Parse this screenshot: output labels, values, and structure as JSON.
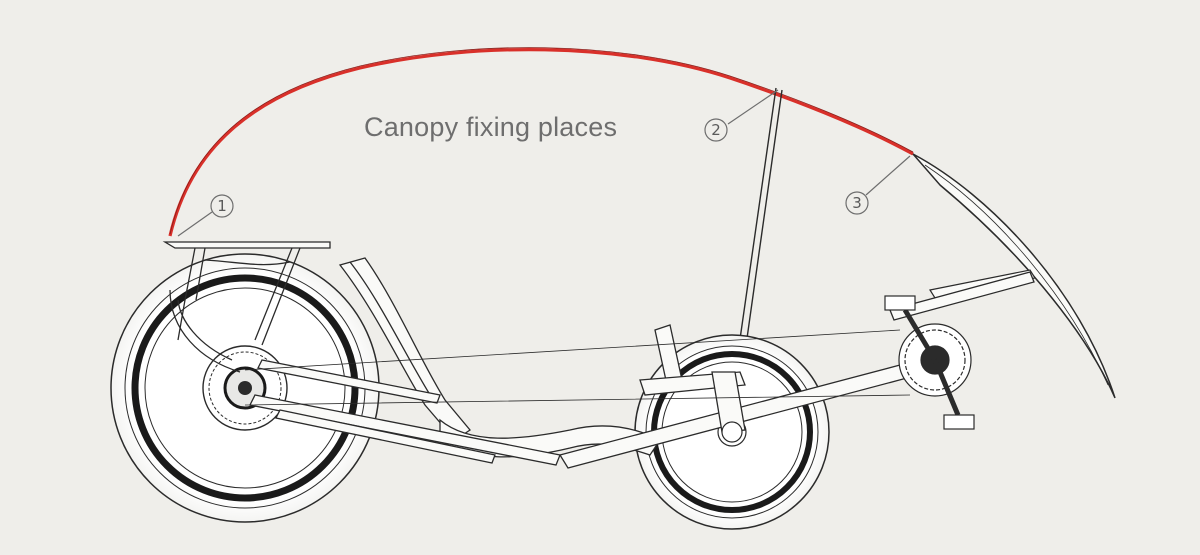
{
  "diagram": {
    "title": "Canopy fixing places",
    "callouts": [
      {
        "label": "1"
      },
      {
        "label": "2"
      },
      {
        "label": "3"
      }
    ],
    "colors": {
      "background": "#efeeea",
      "canopy_highlight": "#d9302a",
      "line": "#2b2b2b",
      "callout": "#6e6e6e"
    }
  }
}
